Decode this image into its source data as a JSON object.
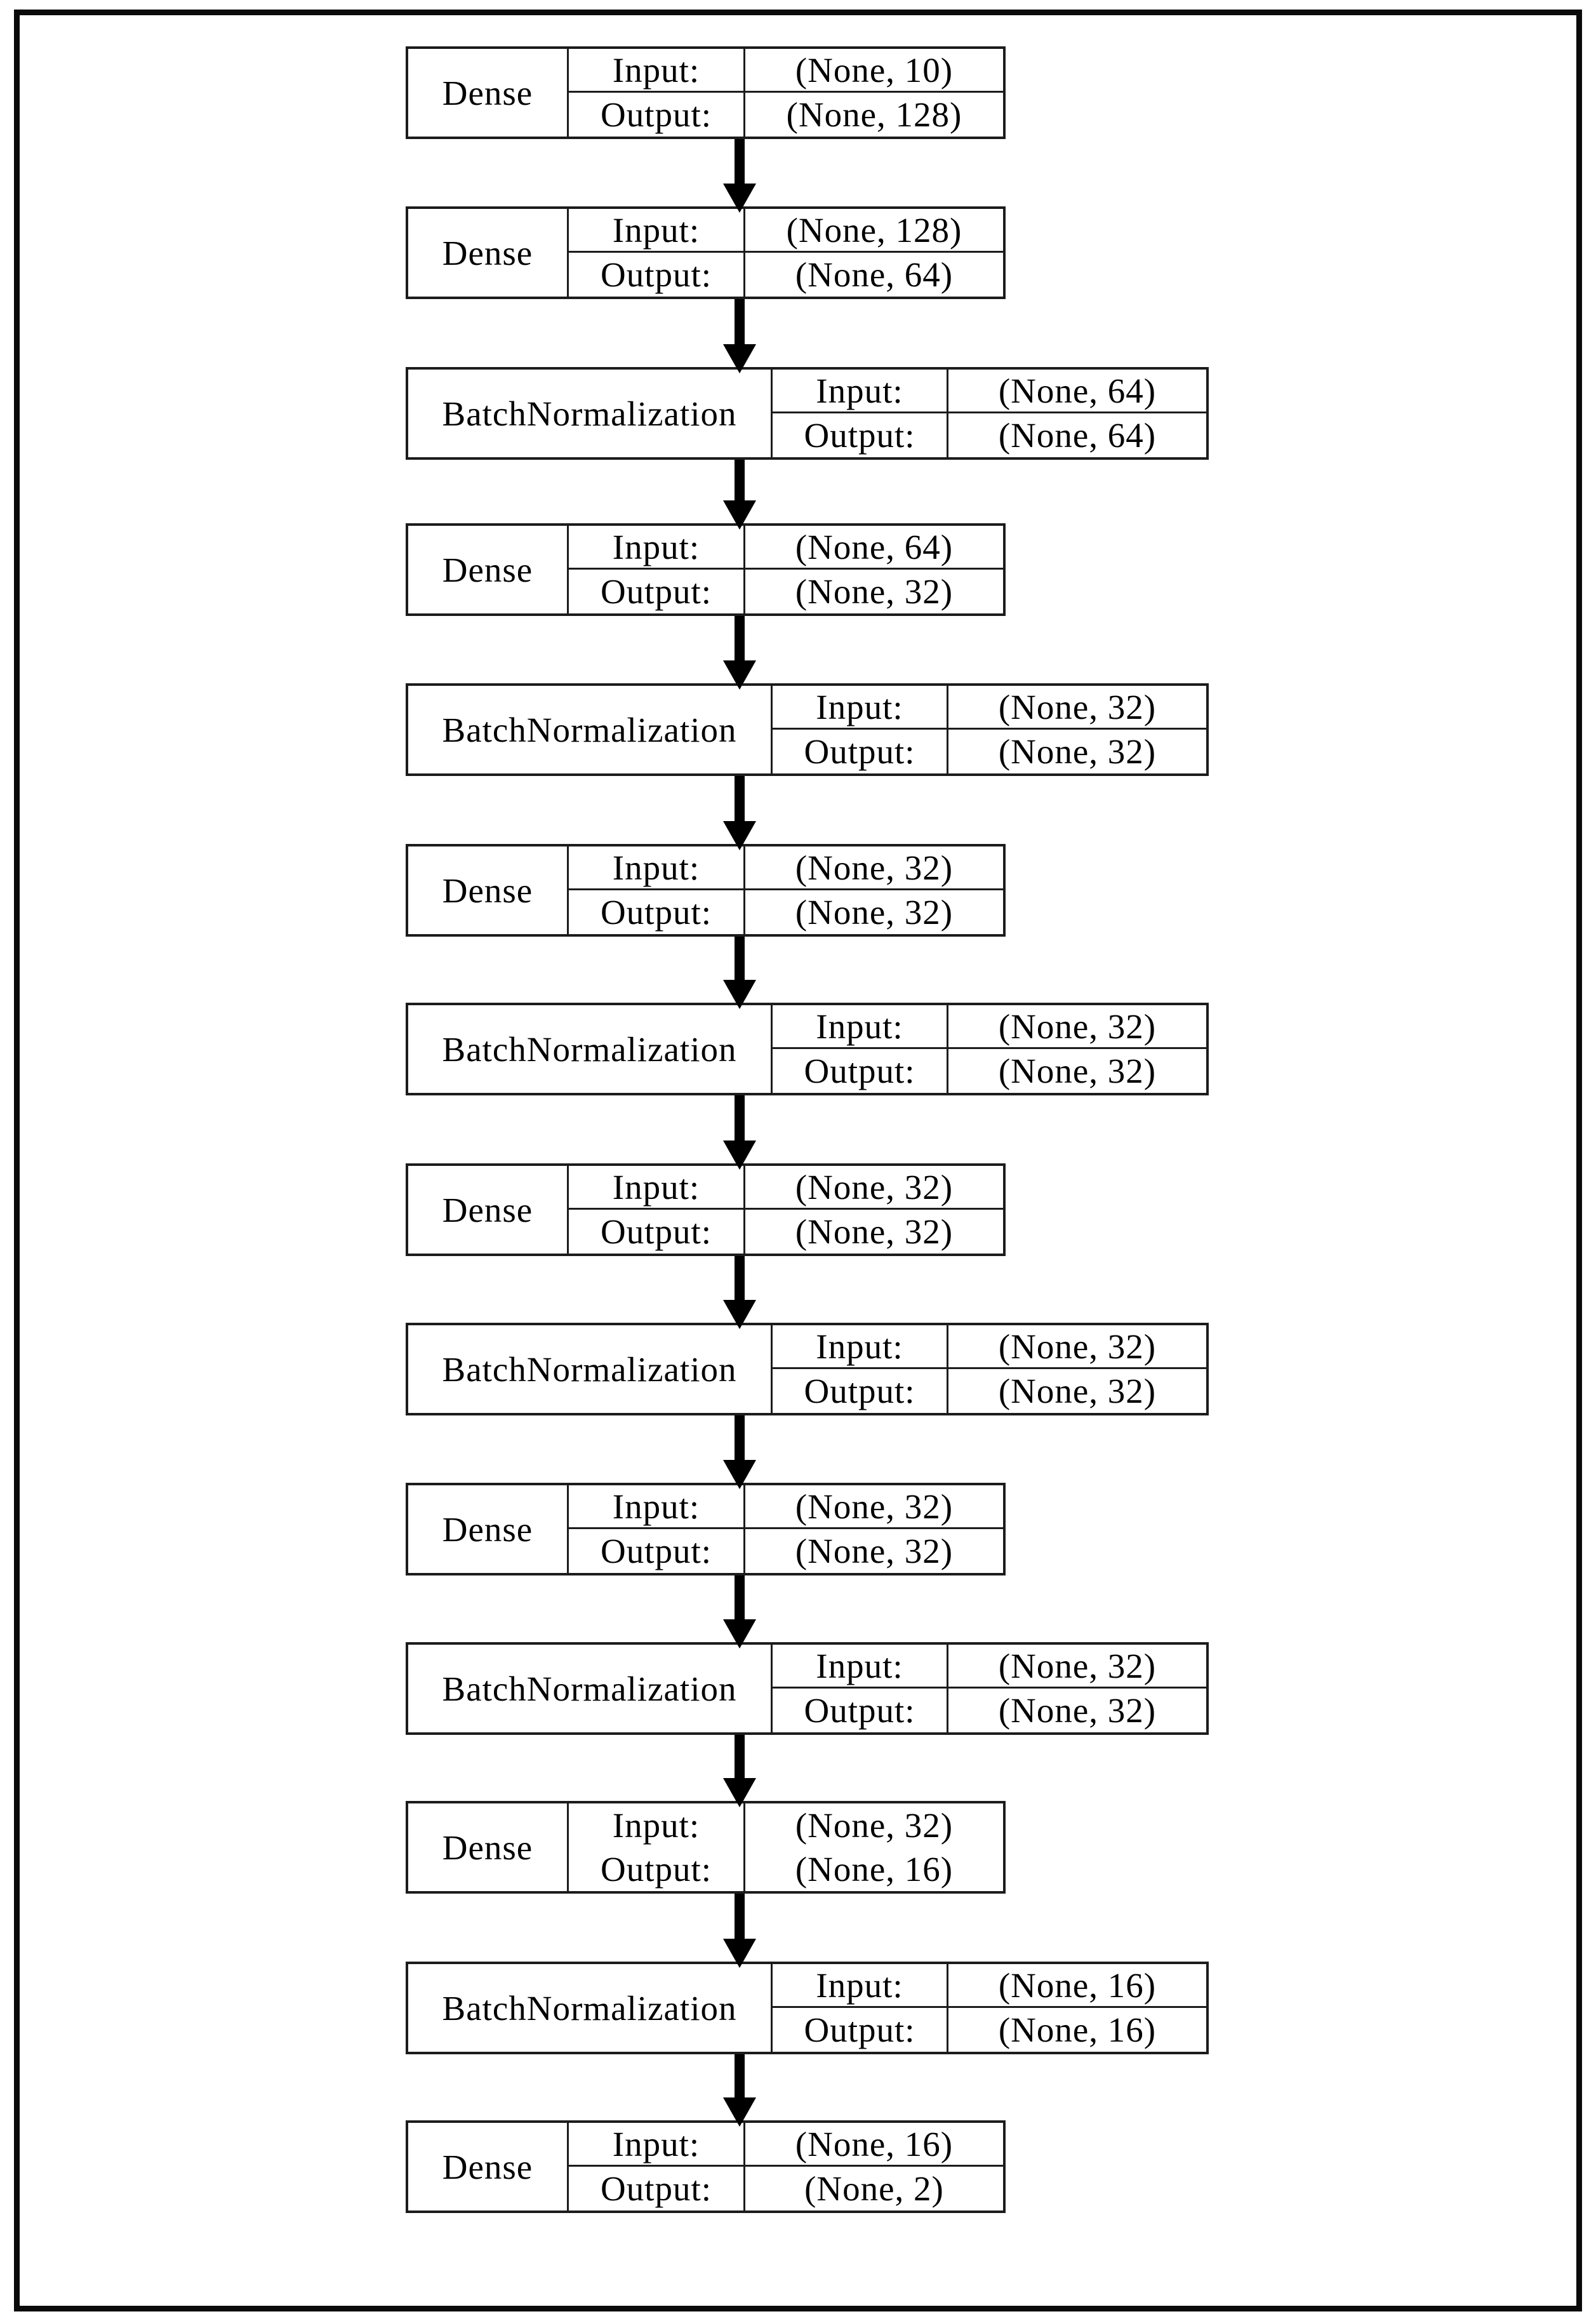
{
  "diagram": {
    "kind": "neural-network-layer-diagram",
    "labels": {
      "input": "Input:",
      "output": "Output:"
    },
    "layers": [
      {
        "name": "Dense",
        "input_shape": "(None, 10)",
        "output_shape": "(None, 128)"
      },
      {
        "name": "Dense",
        "input_shape": "(None, 128)",
        "output_shape": "(None, 64)"
      },
      {
        "name": "BatchNormalization",
        "input_shape": "(None, 64)",
        "output_shape": "(None, 64)"
      },
      {
        "name": "Dense",
        "input_shape": "(None, 64)",
        "output_shape": "(None, 32)"
      },
      {
        "name": "BatchNormalization",
        "input_shape": "(None, 32)",
        "output_shape": "(None, 32)"
      },
      {
        "name": "Dense",
        "input_shape": "(None, 32)",
        "output_shape": "(None, 32)"
      },
      {
        "name": "BatchNormalization",
        "input_shape": "(None, 32)",
        "output_shape": "(None, 32)"
      },
      {
        "name": "Dense",
        "input_shape": "(None, 32)",
        "output_shape": "(None, 32)"
      },
      {
        "name": "BatchNormalization",
        "input_shape": "(None, 32)",
        "output_shape": "(None, 32)"
      },
      {
        "name": "Dense",
        "input_shape": "(None, 32)",
        "output_shape": "(None, 32)"
      },
      {
        "name": "BatchNormalization",
        "input_shape": "(None, 32)",
        "output_shape": "(None, 32)"
      },
      {
        "name": "Dense",
        "input_shape": "(None, 32)",
        "output_shape": "(None, 16)"
      },
      {
        "name": "BatchNormalization",
        "input_shape": "(None, 16)",
        "output_shape": "(None, 16)"
      },
      {
        "name": "Dense",
        "input_shape": "(None, 16)",
        "output_shape": "(None, 2)"
      }
    ],
    "colors": {
      "background": "#ffffff",
      "border": "#1c1c1c",
      "text": "#000000",
      "arrow": "#000000"
    }
  }
}
